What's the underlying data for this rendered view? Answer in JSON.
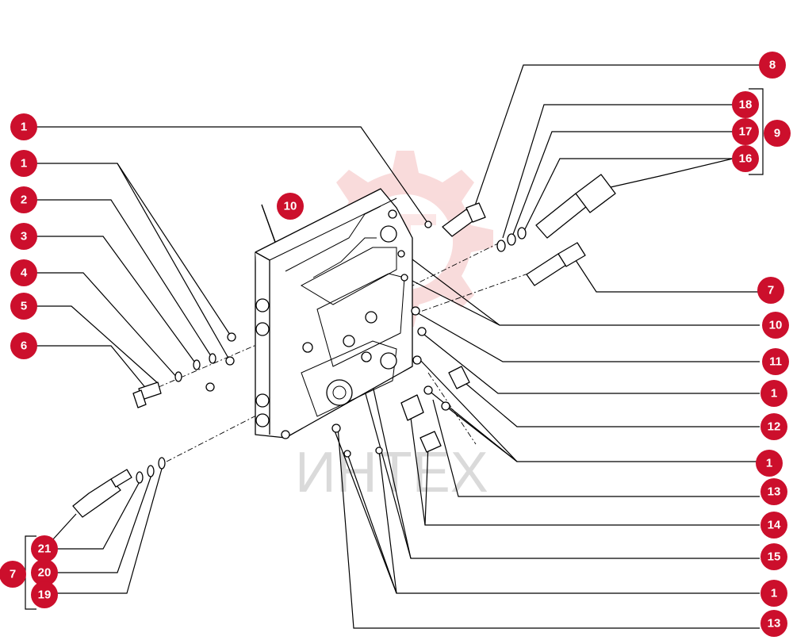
{
  "watermark": {
    "text": "ИНТЕХ",
    "gear_color": "#f3b8b8"
  },
  "colors": {
    "badge": "#cc0f2c",
    "badge_text": "#ffffff",
    "lines": "#000000"
  },
  "callouts": [
    {
      "id": "c1",
      "label": "1"
    },
    {
      "id": "c2",
      "label": "1"
    },
    {
      "id": "c3",
      "label": "2"
    },
    {
      "id": "c4",
      "label": "3"
    },
    {
      "id": "c5",
      "label": "4"
    },
    {
      "id": "c6",
      "label": "5"
    },
    {
      "id": "c7",
      "label": "6"
    },
    {
      "id": "c8",
      "label": "10"
    },
    {
      "id": "c9",
      "label": "8"
    },
    {
      "id": "c10",
      "label": "18"
    },
    {
      "id": "c11",
      "label": "17"
    },
    {
      "id": "c12",
      "label": "16"
    },
    {
      "id": "c13",
      "label": "9"
    },
    {
      "id": "c14",
      "label": "7"
    },
    {
      "id": "c15",
      "label": "10"
    },
    {
      "id": "c16",
      "label": "11"
    },
    {
      "id": "c17",
      "label": "1"
    },
    {
      "id": "c18",
      "label": "12"
    },
    {
      "id": "c19",
      "label": "1"
    },
    {
      "id": "c20",
      "label": "13"
    },
    {
      "id": "c21",
      "label": "14"
    },
    {
      "id": "c22",
      "label": "15"
    },
    {
      "id": "c23",
      "label": "1"
    },
    {
      "id": "c24",
      "label": "13"
    },
    {
      "id": "c25",
      "label": "21"
    },
    {
      "id": "c26",
      "label": "20"
    },
    {
      "id": "c27",
      "label": "19"
    },
    {
      "id": "c28",
      "label": "7"
    }
  ]
}
